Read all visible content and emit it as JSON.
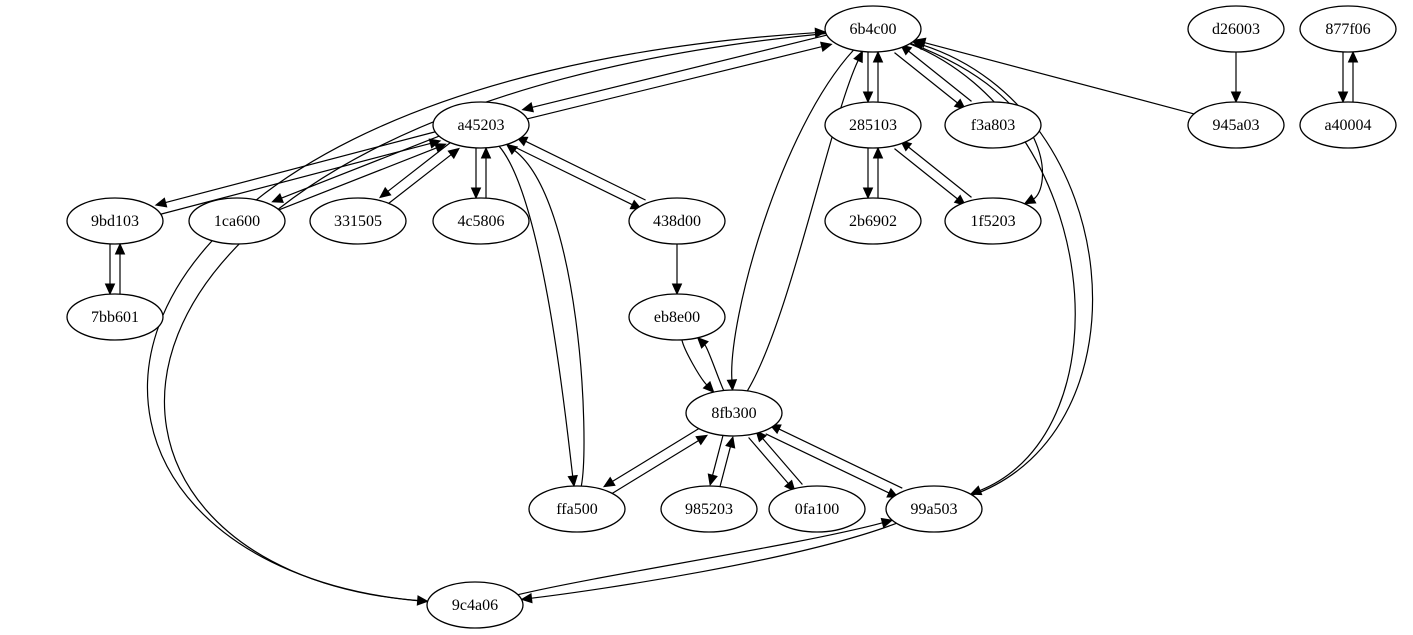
{
  "graph": {
    "nodes": [
      {
        "id": "6b4c00",
        "label": "6b4c00"
      },
      {
        "id": "d26003",
        "label": "d26003"
      },
      {
        "id": "877f06",
        "label": "877f06"
      },
      {
        "id": "a45203",
        "label": "a45203"
      },
      {
        "id": "285103",
        "label": "285103"
      },
      {
        "id": "f3a803",
        "label": "f3a803"
      },
      {
        "id": "945a03",
        "label": "945a03"
      },
      {
        "id": "a40004",
        "label": "a40004"
      },
      {
        "id": "9bd103",
        "label": "9bd103"
      },
      {
        "id": "1ca600",
        "label": "1ca600"
      },
      {
        "id": "331505",
        "label": "331505"
      },
      {
        "id": "4c5806",
        "label": "4c5806"
      },
      {
        "id": "438d00",
        "label": "438d00"
      },
      {
        "id": "2b6902",
        "label": "2b6902"
      },
      {
        "id": "1f5203",
        "label": "1f5203"
      },
      {
        "id": "7bb601",
        "label": "7bb601"
      },
      {
        "id": "eb8e00",
        "label": "eb8e00"
      },
      {
        "id": "8fb300",
        "label": "8fb300"
      },
      {
        "id": "ffa500",
        "label": "ffa500"
      },
      {
        "id": "985203",
        "label": "985203"
      },
      {
        "id": "0fa100",
        "label": "0fa100"
      },
      {
        "id": "99a503",
        "label": "99a503"
      },
      {
        "id": "9c4a06",
        "label": "9c4a06"
      }
    ],
    "edges": [
      {
        "from": "6b4c00",
        "to": "a45203"
      },
      {
        "from": "a45203",
        "to": "6b4c00"
      },
      {
        "from": "6b4c00",
        "to": "285103"
      },
      {
        "from": "285103",
        "to": "6b4c00"
      },
      {
        "from": "6b4c00",
        "to": "f3a803"
      },
      {
        "from": "f3a803",
        "to": "6b4c00"
      },
      {
        "from": "945a03",
        "to": "6b4c00"
      },
      {
        "from": "6b4c00",
        "to": "1f5203"
      },
      {
        "from": "6b4c00",
        "to": "8fb300"
      },
      {
        "from": "8fb300",
        "to": "6b4c00"
      },
      {
        "from": "6b4c00",
        "to": "99a503"
      },
      {
        "from": "99a503",
        "to": "6b4c00"
      },
      {
        "from": "6b4c00",
        "to": "9c4a06"
      },
      {
        "from": "9c4a06",
        "to": "6b4c00"
      },
      {
        "from": "d26003",
        "to": "945a03"
      },
      {
        "from": "877f06",
        "to": "a40004"
      },
      {
        "from": "a40004",
        "to": "877f06"
      },
      {
        "from": "a45203",
        "to": "9bd103"
      },
      {
        "from": "9bd103",
        "to": "a45203"
      },
      {
        "from": "a45203",
        "to": "1ca600"
      },
      {
        "from": "1ca600",
        "to": "a45203"
      },
      {
        "from": "a45203",
        "to": "331505"
      },
      {
        "from": "331505",
        "to": "a45203"
      },
      {
        "from": "a45203",
        "to": "4c5806"
      },
      {
        "from": "4c5806",
        "to": "a45203"
      },
      {
        "from": "a45203",
        "to": "438d00"
      },
      {
        "from": "438d00",
        "to": "a45203"
      },
      {
        "from": "a45203",
        "to": "ffa500"
      },
      {
        "from": "ffa500",
        "to": "a45203"
      },
      {
        "from": "285103",
        "to": "2b6902"
      },
      {
        "from": "2b6902",
        "to": "285103"
      },
      {
        "from": "285103",
        "to": "1f5203"
      },
      {
        "from": "1f5203",
        "to": "285103"
      },
      {
        "from": "9bd103",
        "to": "7bb601"
      },
      {
        "from": "7bb601",
        "to": "9bd103"
      },
      {
        "from": "438d00",
        "to": "eb8e00"
      },
      {
        "from": "eb8e00",
        "to": "8fb300"
      },
      {
        "from": "8fb300",
        "to": "eb8e00"
      },
      {
        "from": "8fb300",
        "to": "ffa500"
      },
      {
        "from": "ffa500",
        "to": "8fb300"
      },
      {
        "from": "8fb300",
        "to": "985203"
      },
      {
        "from": "985203",
        "to": "8fb300"
      },
      {
        "from": "8fb300",
        "to": "0fa100"
      },
      {
        "from": "0fa100",
        "to": "8fb300"
      },
      {
        "from": "8fb300",
        "to": "99a503"
      },
      {
        "from": "99a503",
        "to": "8fb300"
      },
      {
        "from": "99a503",
        "to": "9c4a06"
      },
      {
        "from": "9c4a06",
        "to": "99a503"
      }
    ]
  }
}
